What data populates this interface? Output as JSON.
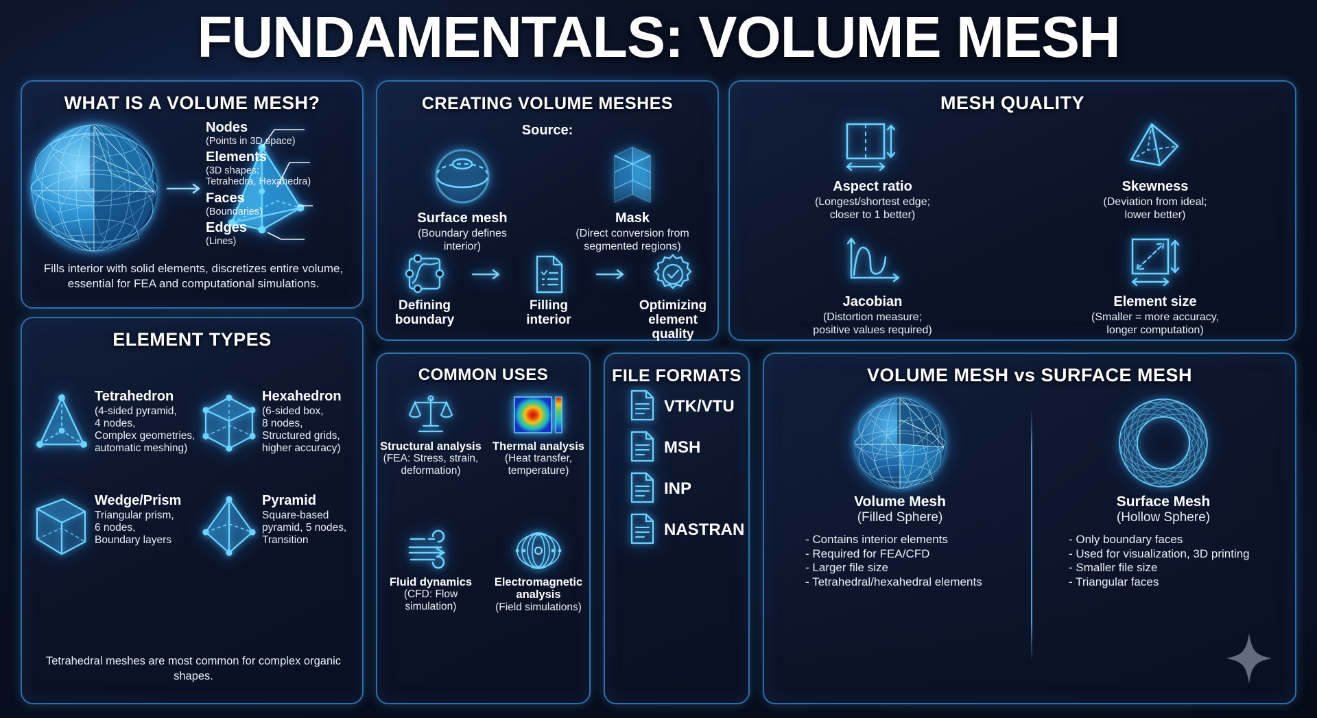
{
  "title": "FUNDAMENTALS: VOLUME MESH",
  "colors": {
    "accent": "#4fc3f7",
    "panel_border": "#2f6fa8",
    "background": "#080f1f",
    "text": "#ffffff"
  },
  "panels": {
    "what_is": {
      "title": "WHAT IS A VOLUME MESH?",
      "labels": [
        {
          "name": "Nodes",
          "desc": "(Points in 3D space)"
        },
        {
          "name": "Elements",
          "desc": "(3D shapes:\nTetrahedra, Hexahedra)"
        },
        {
          "name": "Faces",
          "desc": "(Boundaries)"
        },
        {
          "name": "Edges",
          "desc": "(Lines)"
        }
      ],
      "footnote": "Fills interior with solid elements, discretizes entire volume, essential for FEA and computational simulations."
    },
    "element_types": {
      "title": "ELEMENT TYPES",
      "items": [
        {
          "name": "Tetrahedron",
          "desc": "(4-sided pyramid,\n4 nodes,\nComplex geometries,\nautomatic meshing)",
          "icon": "tetrahedron-icon"
        },
        {
          "name": "Hexahedron",
          "desc": "(6-sided box,\n8 nodes,\nStructured grids,\nhigher accuracy)",
          "icon": "hexahedron-icon"
        },
        {
          "name": "Wedge/Prism",
          "desc": "Triangular prism,\n6 nodes,\nBoundary layers",
          "icon": "wedge-prism-icon"
        },
        {
          "name": "Pyramid",
          "desc": "Square-based\npyramid, 5 nodes,\nTransition",
          "icon": "pyramid-icon"
        }
      ],
      "footnote": "Tetrahedral meshes are most common for complex organic shapes."
    },
    "creating": {
      "title": "CREATING VOLUME MESHES",
      "source_label": "Source:",
      "sources": [
        {
          "name": "Surface mesh",
          "desc": "(Boundary defines\ninterior)",
          "icon": "sphere-surface-icon"
        },
        {
          "name": "Mask",
          "desc": "(Direct conversion from\nsegmented regions)",
          "icon": "voxel-cubes-icon"
        }
      ],
      "workflow": [
        {
          "name": "Defining\nboundary",
          "icon": "boundary-curve-icon"
        },
        {
          "name": "Filling\ninterior",
          "icon": "document-list-icon"
        },
        {
          "name": "Optimizing\nelement quality",
          "icon": "gear-check-icon"
        }
      ],
      "arrow": "→"
    },
    "mesh_quality": {
      "title": "MESH QUALITY",
      "metrics": [
        {
          "name": "Aspect ratio",
          "desc": "(Longest/shortest edge;\ncloser to 1 better)",
          "icon": "aspect-ratio-icon"
        },
        {
          "name": "Skewness",
          "desc": "(Deviation from ideal;\nlower better)",
          "icon": "skewness-pyramid-icon"
        },
        {
          "name": "Jacobian",
          "desc": "(Distortion measure;\npositive values required)",
          "icon": "jacobian-curve-icon"
        },
        {
          "name": "Element size",
          "desc": "(Smaller = more accuracy,\nlonger computation)",
          "icon": "element-size-icon"
        }
      ]
    },
    "common_uses": {
      "title": "COMMON USES",
      "items": [
        {
          "name": "Structural analysis",
          "desc": "(FEA: Stress, strain,\ndeformation)",
          "icon": "balance-scale-icon"
        },
        {
          "name": "Thermal analysis",
          "desc": "(Heat transfer,\ntemperature)",
          "icon": "heatmap-icon"
        },
        {
          "name": "Fluid dynamics",
          "desc": "(CFD: Flow\nsimulation)",
          "icon": "wind-flow-icon"
        },
        {
          "name": "Electromagnetic\nanalysis",
          "desc": "(Field simulations)",
          "icon": "magnetic-field-icon"
        }
      ]
    },
    "file_formats": {
      "title": "FILE FORMATS",
      "items": [
        {
          "label": "VTK/VTU",
          "icon": "file-icon"
        },
        {
          "label": "MSH",
          "icon": "file-icon"
        },
        {
          "label": "INP",
          "icon": "file-icon"
        },
        {
          "label": "NASTRAN",
          "icon": "file-icon"
        }
      ]
    },
    "comparison": {
      "title": "VOLUME MESH vs SURFACE MESH",
      "volume": {
        "name": "Volume Mesh",
        "desc": "(Filled Sphere)",
        "icon": "filled-sphere-mesh-icon",
        "bullets": [
          "- Contains interior elements",
          "- Required for FEA/CFD",
          "- Larger file size",
          "- Tetrahedral/hexahedral elements"
        ]
      },
      "surface": {
        "name": "Surface Mesh",
        "desc": "(Hollow Sphere)",
        "icon": "hollow-sphere-mesh-icon",
        "bullets": [
          "- Only boundary faces",
          "- Used for visualization, 3D printing",
          "- Smaller file size",
          "- Triangular faces"
        ]
      }
    }
  }
}
